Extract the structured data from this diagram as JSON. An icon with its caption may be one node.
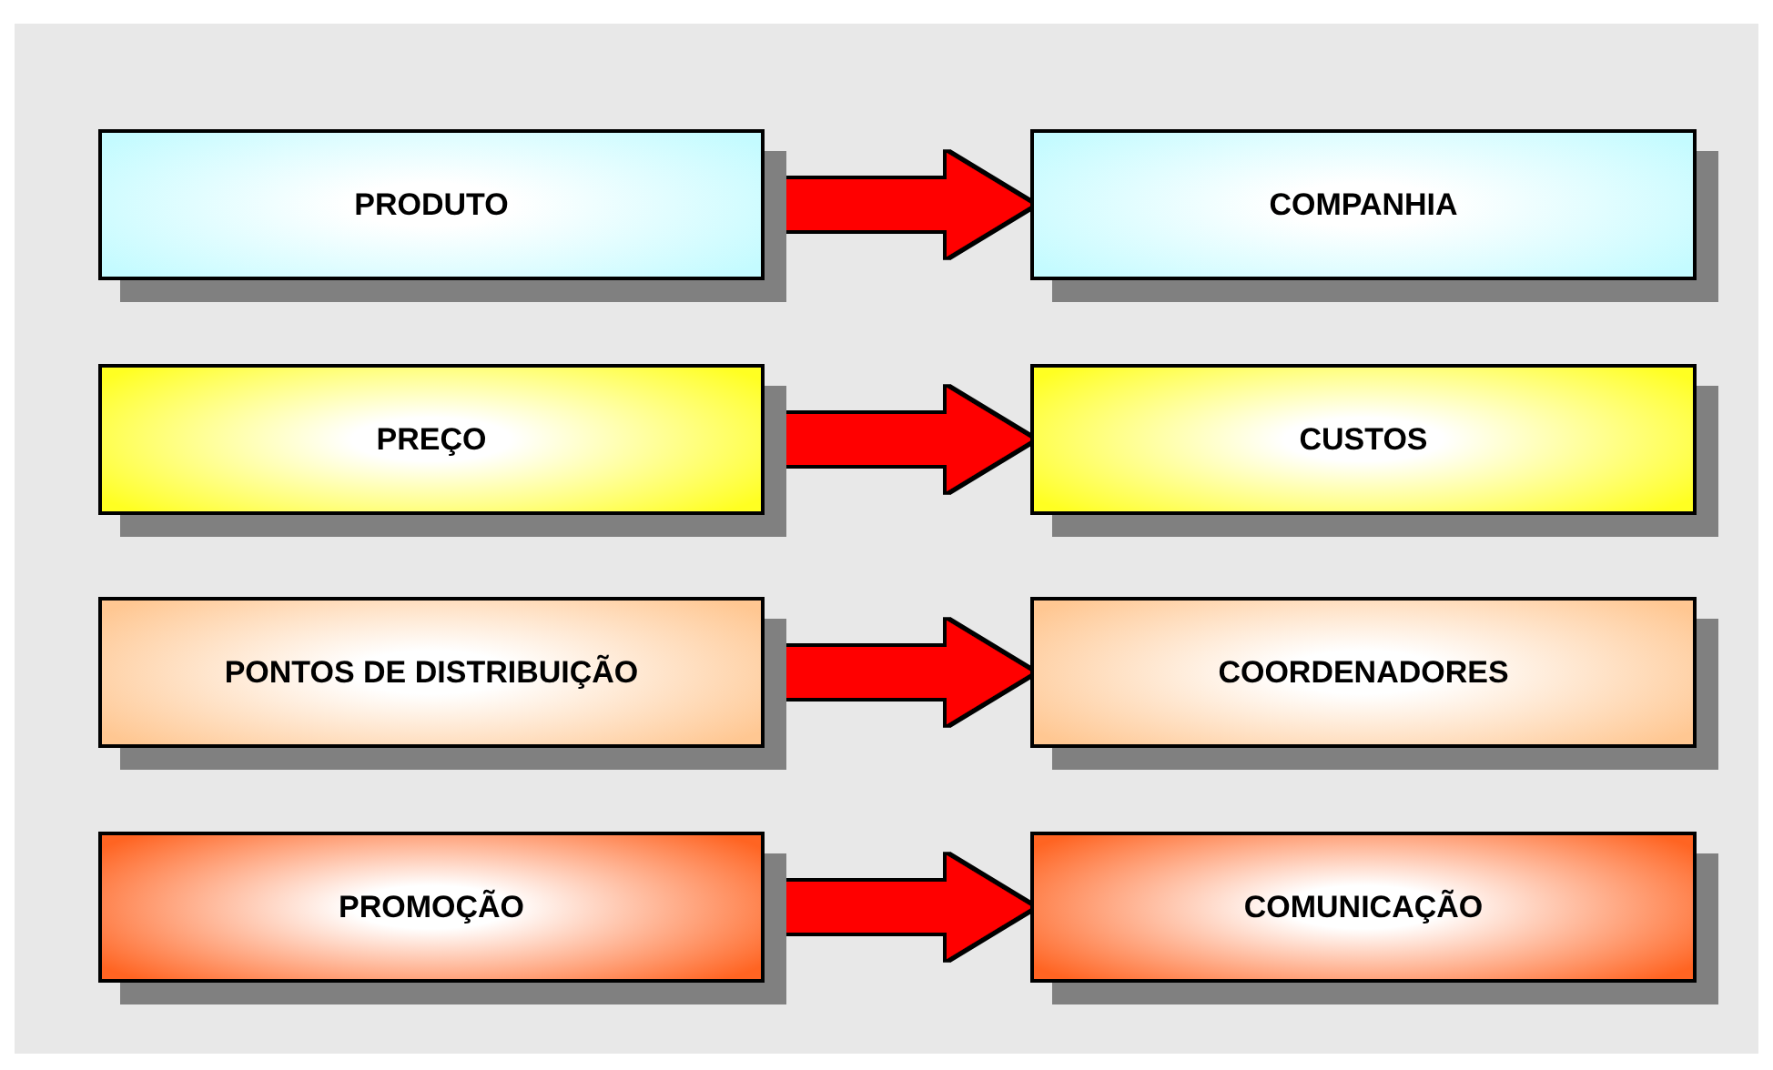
{
  "diagram": {
    "nodes": [
      {
        "text": [
          "PRODUTO"
        ]
      },
      {
        "text": [
          "COMPANHIA"
        ]
      },
      {
        "text": [
          "PREÇO"
        ]
      },
      {
        "text": [
          "CUSTOS"
        ]
      },
      {
        "text": [
          "PONTOS DE DISTRIBUIÇÃO"
        ]
      },
      {
        "text": [
          "COORDENADORES"
        ]
      },
      {
        "text": [
          "PROMOÇÃO"
        ]
      },
      {
        "text": [
          "COMUNICAÇÃO"
        ]
      }
    ],
    "edges": [
      {
        "from": 0,
        "to": 1,
        "arrow": "to"
      },
      {
        "from": 2,
        "to": 3,
        "arrow": "to"
      },
      {
        "from": 4,
        "to": 5,
        "arrow": "to"
      },
      {
        "from": 6,
        "to": 7,
        "arrow": "to"
      }
    ]
  }
}
